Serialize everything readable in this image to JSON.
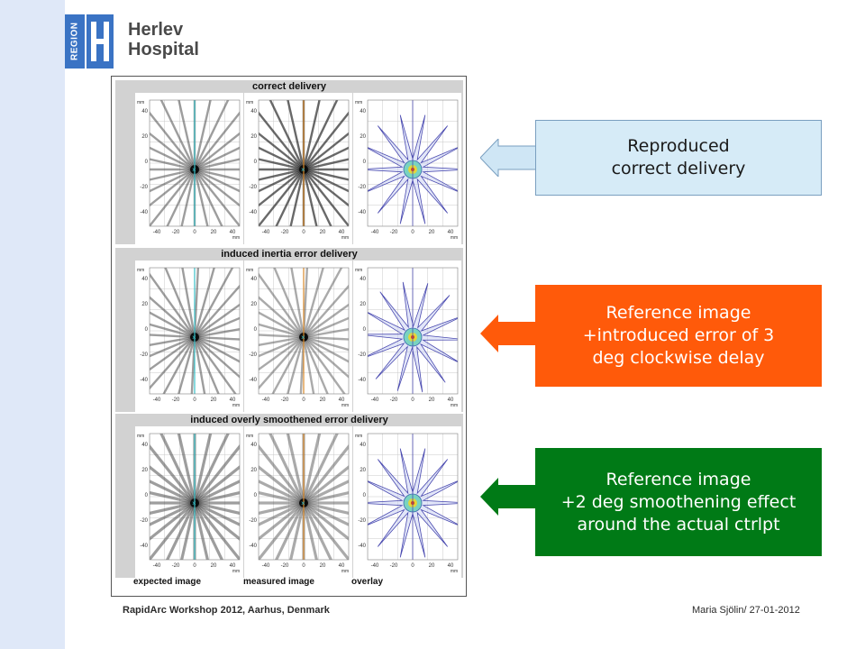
{
  "logo": {
    "region_text": "REGION",
    "name_line1": "Herlev",
    "name_line2": "Hospital"
  },
  "figure": {
    "rows": [
      {
        "title": "correct delivery"
      },
      {
        "title": "induced inertia error delivery"
      },
      {
        "title": "induced overly smoothened error delivery"
      }
    ],
    "axis_unit": "mm",
    "y_ticks": [
      "40",
      "20",
      "0",
      "-20",
      "-40"
    ],
    "x_ticks": [
      "-40",
      "-20",
      "0",
      "20",
      "40"
    ],
    "bottom_labels": [
      "expected image",
      "measured image",
      "overlay"
    ]
  },
  "annotations": [
    {
      "lines": [
        "Reproduced",
        "correct delivery"
      ],
      "color": "#d6ebf7"
    },
    {
      "lines": [
        "Reference image",
        "+introduced error of 3",
        "deg clockwise delay"
      ],
      "color": "#ff5a0a"
    },
    {
      "lines": [
        "Reference image",
        "+2 deg smoothening effect",
        "around the actual ctrlpt"
      ],
      "color": "#007a16"
    }
  ],
  "footer": {
    "left": "RapidArc Workshop 2012, Aarhus, Denmark",
    "right": "Maria Sjölin/ 27-01-2012"
  }
}
